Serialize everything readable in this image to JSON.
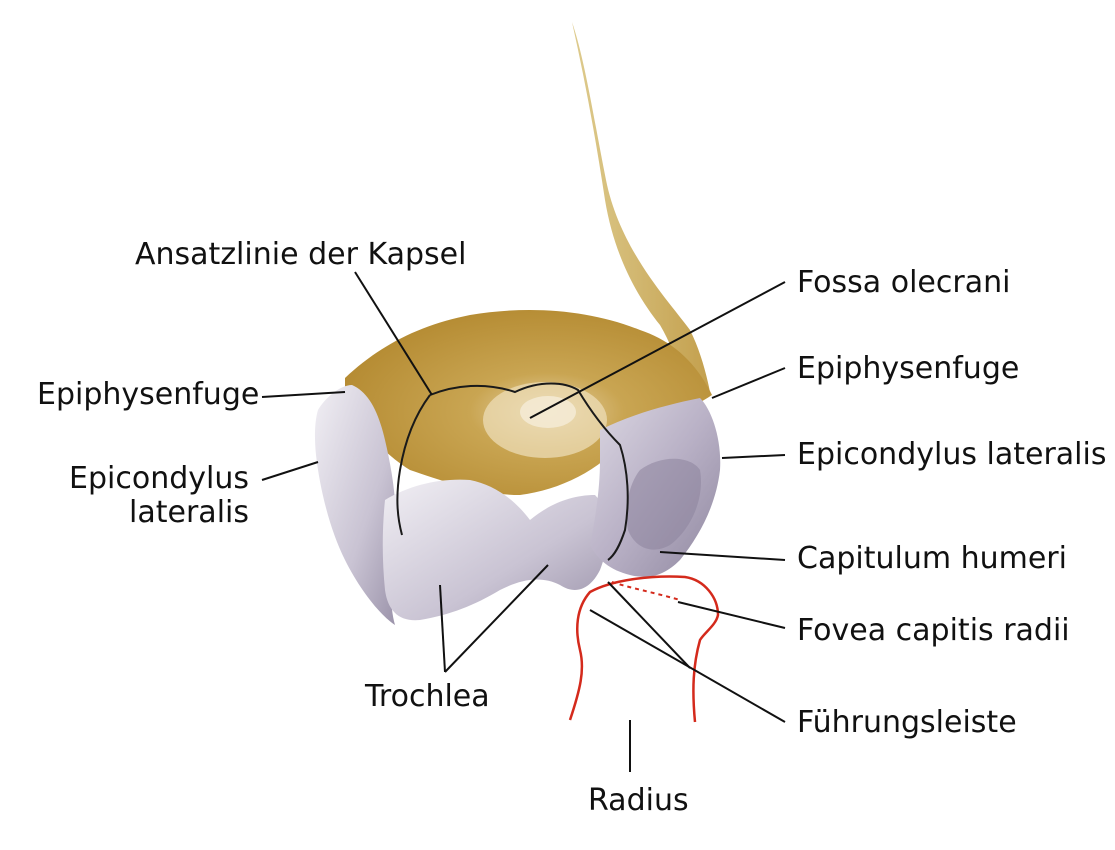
{
  "figure": {
    "colors": {
      "bone_light": "#e6e3ea",
      "bone_shadow": "#a9a1b6",
      "fossa": "#c49a3c",
      "fossa_dark": "#a57c26",
      "shaft": "#cdb15a",
      "radius_outline": "#d42a1c",
      "leader": "#111111"
    }
  },
  "labels": {
    "ansatzlinie": "Ansatzlinie der Kapsel",
    "epiphysenfuge_left": "Epiphysenfuge",
    "epicondylus_left_line1": "Epicondylus",
    "epicondylus_left_line2": "lateralis",
    "fossa_olecrani": "Fossa olecrani",
    "epiphysenfuge_right": "Epiphysenfuge",
    "epicondylus_right": "Epicondylus lateralis",
    "capitulum": "Capitulum humeri",
    "fovea": "Fovea capitis radii",
    "trochlea": "Trochlea",
    "fuehrungsleiste": "Führungsleiste",
    "radius": "Radius"
  }
}
